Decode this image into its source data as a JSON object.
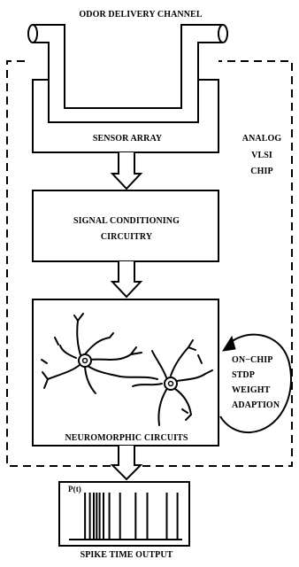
{
  "channel_label": "ODOR DELIVERY CHANNEL",
  "sensor_array_label": "SENSOR ARRAY",
  "chip_label_lines": [
    "ANALOG",
    "VLSI",
    "CHIP"
  ],
  "signal_conditioning_lines": [
    "SIGNAL CONDITIONING",
    "CIRCUITRY"
  ],
  "neuromorphic_label": "NEUROMORPHIC CIRCUITS",
  "stdp_lines": [
    "ON−CHIP",
    "STDP",
    "WEIGHT",
    "ADAPTION"
  ],
  "plot_label": "P(t)",
  "output_label": "SPIKE TIME OUTPUT",
  "spike_times": [
    1,
    6,
    10,
    13,
    16,
    20,
    26,
    37,
    53,
    65,
    85,
    96
  ]
}
